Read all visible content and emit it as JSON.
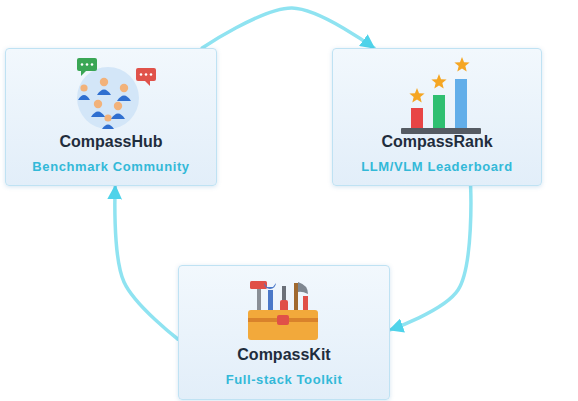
{
  "diagram": {
    "nodes": [
      {
        "text": [
          "CompassHub",
          "Benchmark Community"
        ]
      },
      {
        "text": [
          "CompassRank",
          "LLM/VLM Leaderboard"
        ]
      },
      {
        "text": [
          "CompassKit",
          "Full-stack Toolkit"
        ]
      }
    ],
    "edges": [
      {
        "from": 0,
        "to": 1,
        "arrow": "to"
      },
      {
        "from": 1,
        "to": 2,
        "arrow": "to"
      },
      {
        "from": 2,
        "to": 0,
        "arrow": "to"
      }
    ]
  }
}
